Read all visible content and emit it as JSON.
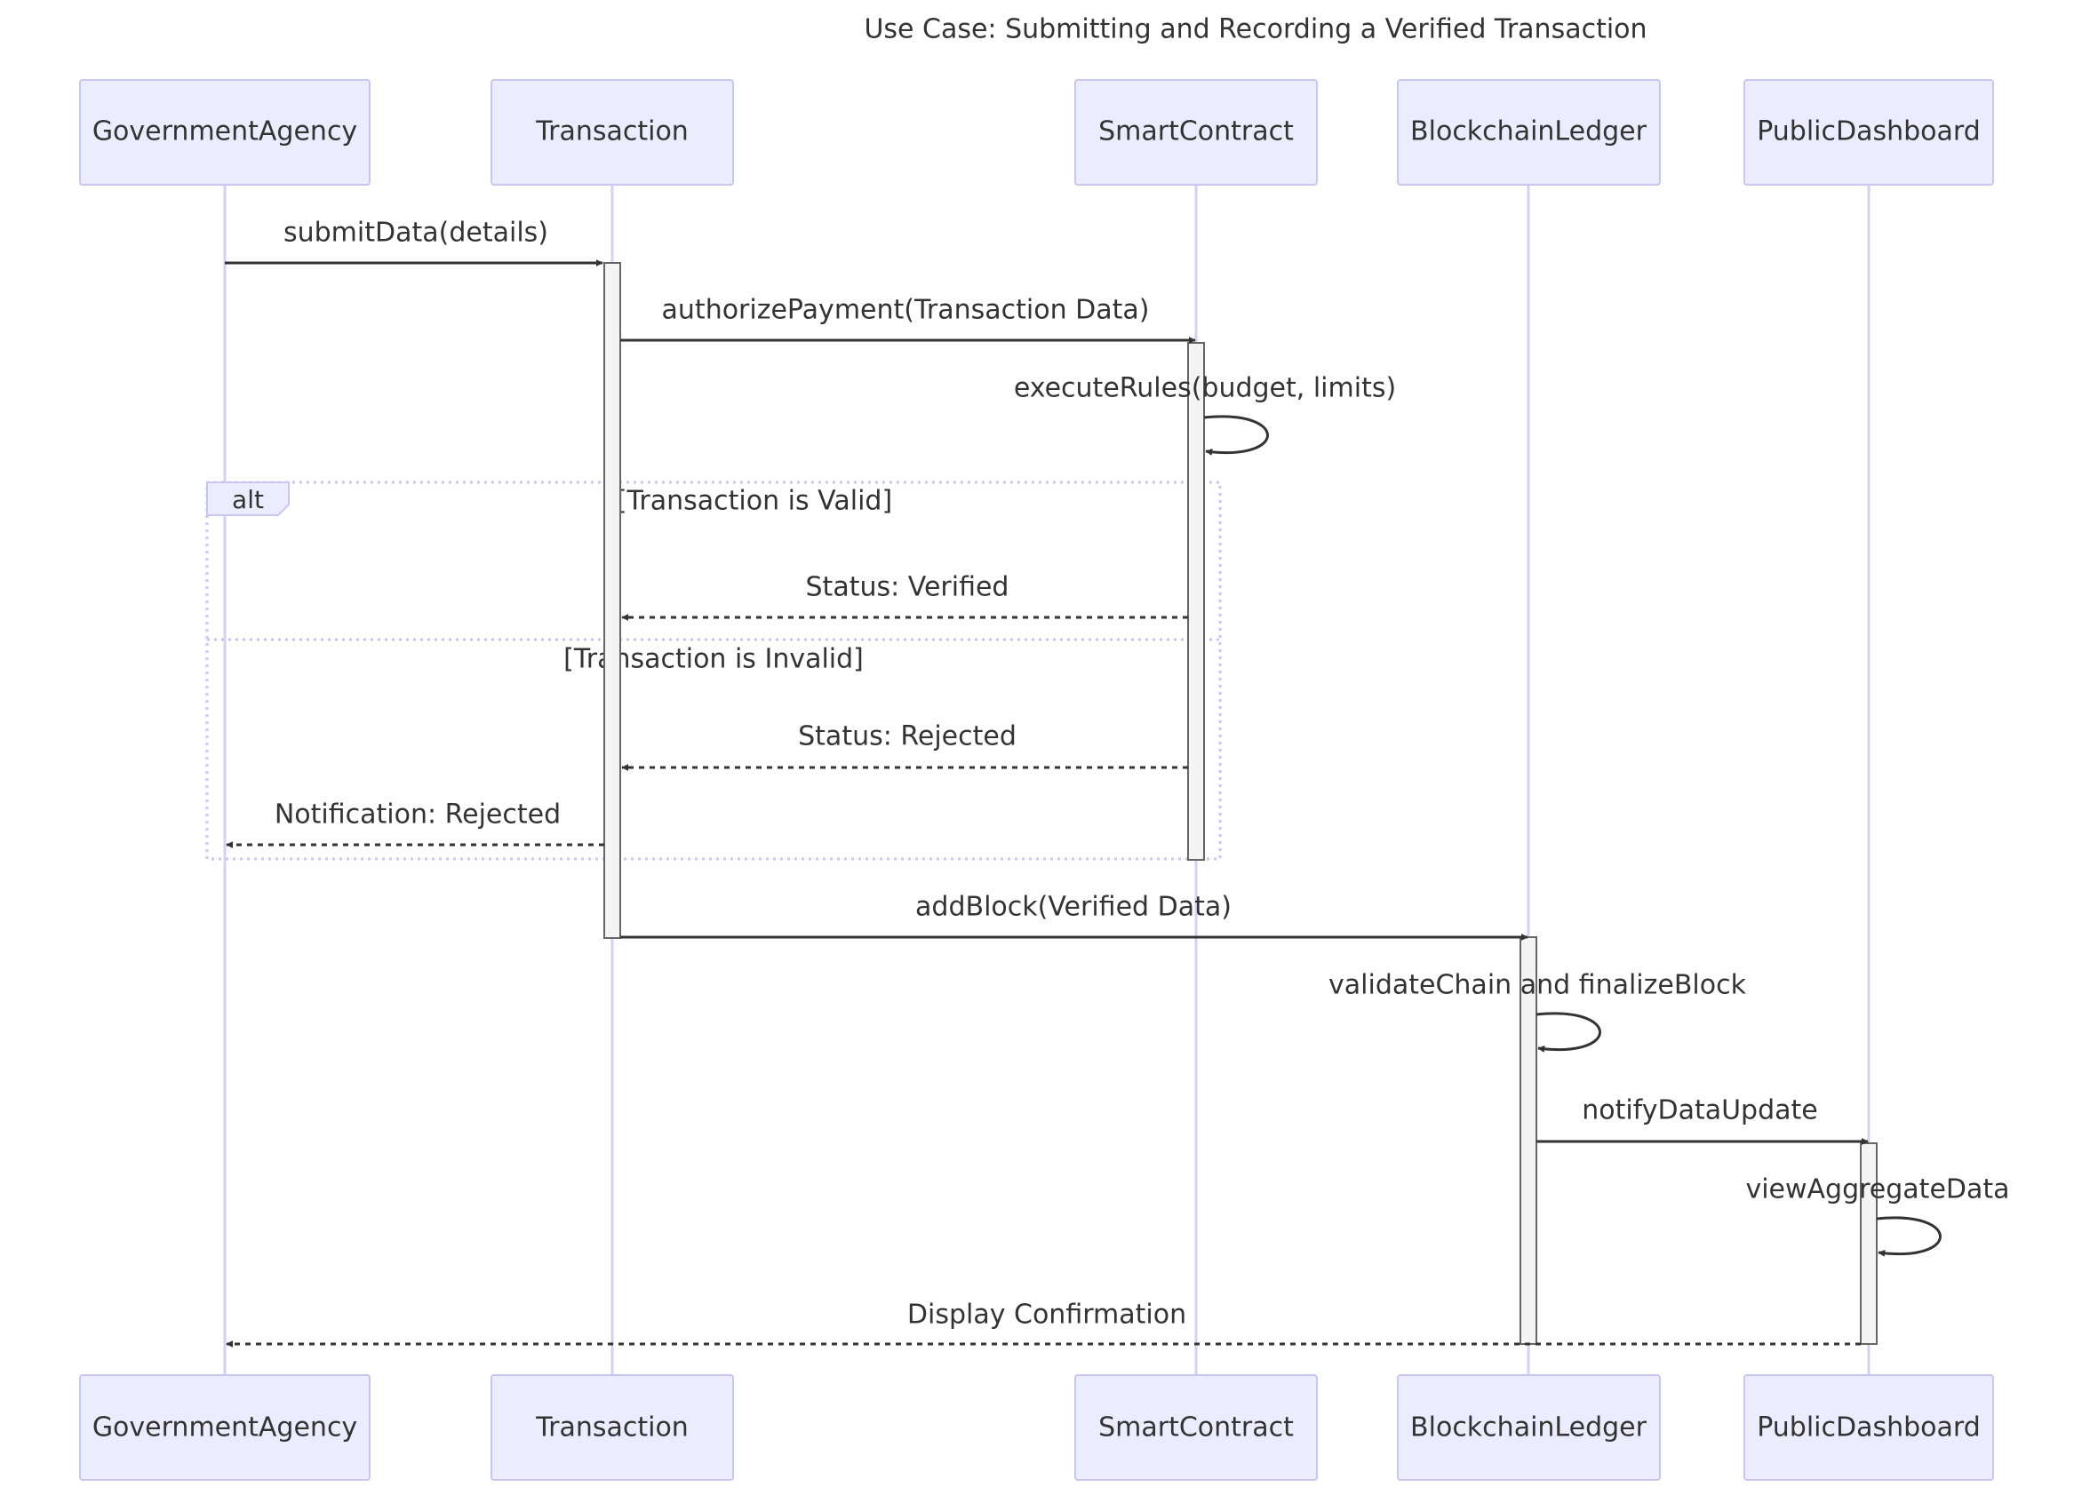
{
  "title": "Use Case: Submitting and Recording a Verified Transaction",
  "actors": [
    {
      "id": "GovernmentAgency",
      "label": "GovernmentAgency"
    },
    {
      "id": "Transaction",
      "label": "Transaction"
    },
    {
      "id": "SmartContract",
      "label": "SmartContract"
    },
    {
      "id": "BlockchainLedger",
      "label": "BlockchainLedger"
    },
    {
      "id": "PublicDashboard",
      "label": "PublicDashboard"
    }
  ],
  "messages": [
    {
      "label": "submitData(details)",
      "from": "GovernmentAgency",
      "to": "Transaction",
      "style": "solid"
    },
    {
      "label": "authorizePayment(Transaction Data)",
      "from": "Transaction",
      "to": "SmartContract",
      "style": "solid"
    },
    {
      "label": "executeRules(budget, limits)",
      "from": "SmartContract",
      "to": "SmartContract",
      "style": "self"
    },
    {
      "label": "Status: Verified",
      "from": "SmartContract",
      "to": "Transaction",
      "style": "dashed"
    },
    {
      "label": "Status: Rejected",
      "from": "SmartContract",
      "to": "Transaction",
      "style": "dashed"
    },
    {
      "label": "Notification: Rejected",
      "from": "Transaction",
      "to": "GovernmentAgency",
      "style": "dashed"
    },
    {
      "label": "addBlock(Verified Data)",
      "from": "Transaction",
      "to": "BlockchainLedger",
      "style": "solid"
    },
    {
      "label": "validateChain and finalizeBlock",
      "from": "BlockchainLedger",
      "to": "BlockchainLedger",
      "style": "self"
    },
    {
      "label": "notifyDataUpdate",
      "from": "BlockchainLedger",
      "to": "PublicDashboard",
      "style": "solid"
    },
    {
      "label": "viewAggregateData",
      "from": "PublicDashboard",
      "to": "PublicDashboard",
      "style": "self"
    },
    {
      "label": "Display Confirmation",
      "from": "PublicDashboard",
      "to": "GovernmentAgency",
      "style": "dashed"
    }
  ],
  "alt_frame": {
    "label": "alt",
    "conditions": [
      "[Transaction is Valid]",
      "[Transaction is Invalid]"
    ]
  }
}
